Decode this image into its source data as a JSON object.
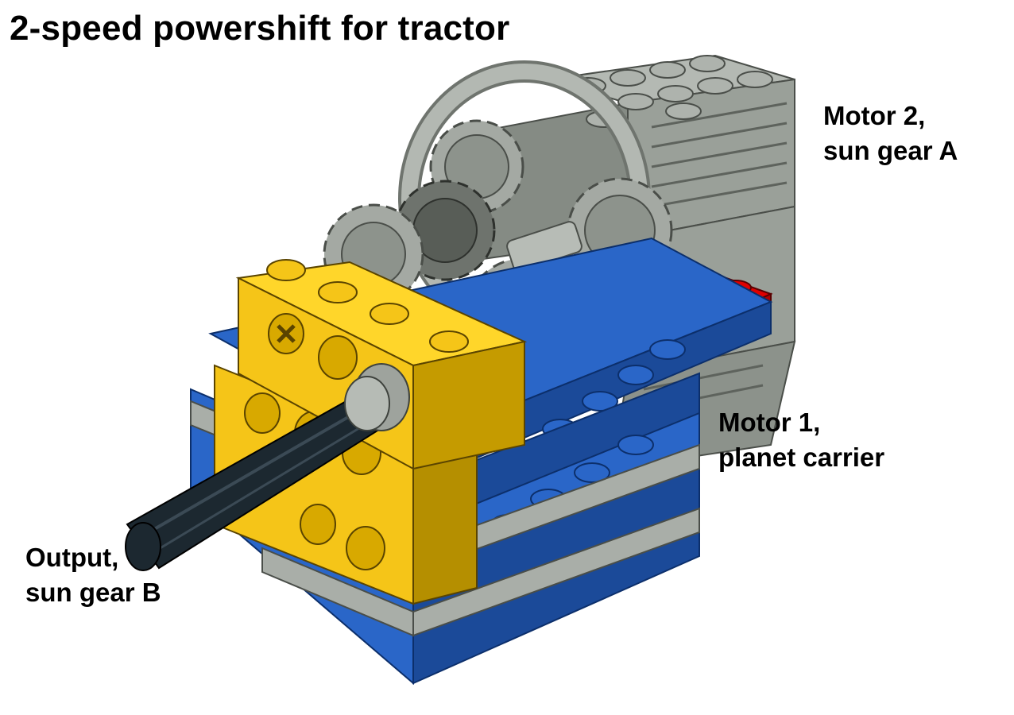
{
  "title": "2-speed powershift for tractor",
  "labels": {
    "motor2": {
      "line1": "Motor 2,",
      "line2": "sun gear A"
    },
    "motor1": {
      "line1": "Motor 1,",
      "line2": "planet carrier"
    },
    "output": {
      "line1": "Output,",
      "line2": "sun gear B"
    }
  },
  "colors": {
    "lego_yellow": "#f5c518",
    "lego_blue": "#1f5bb8",
    "lego_red": "#d80000",
    "lego_gray": "#9da39c",
    "lego_dark": "#1c2830"
  }
}
